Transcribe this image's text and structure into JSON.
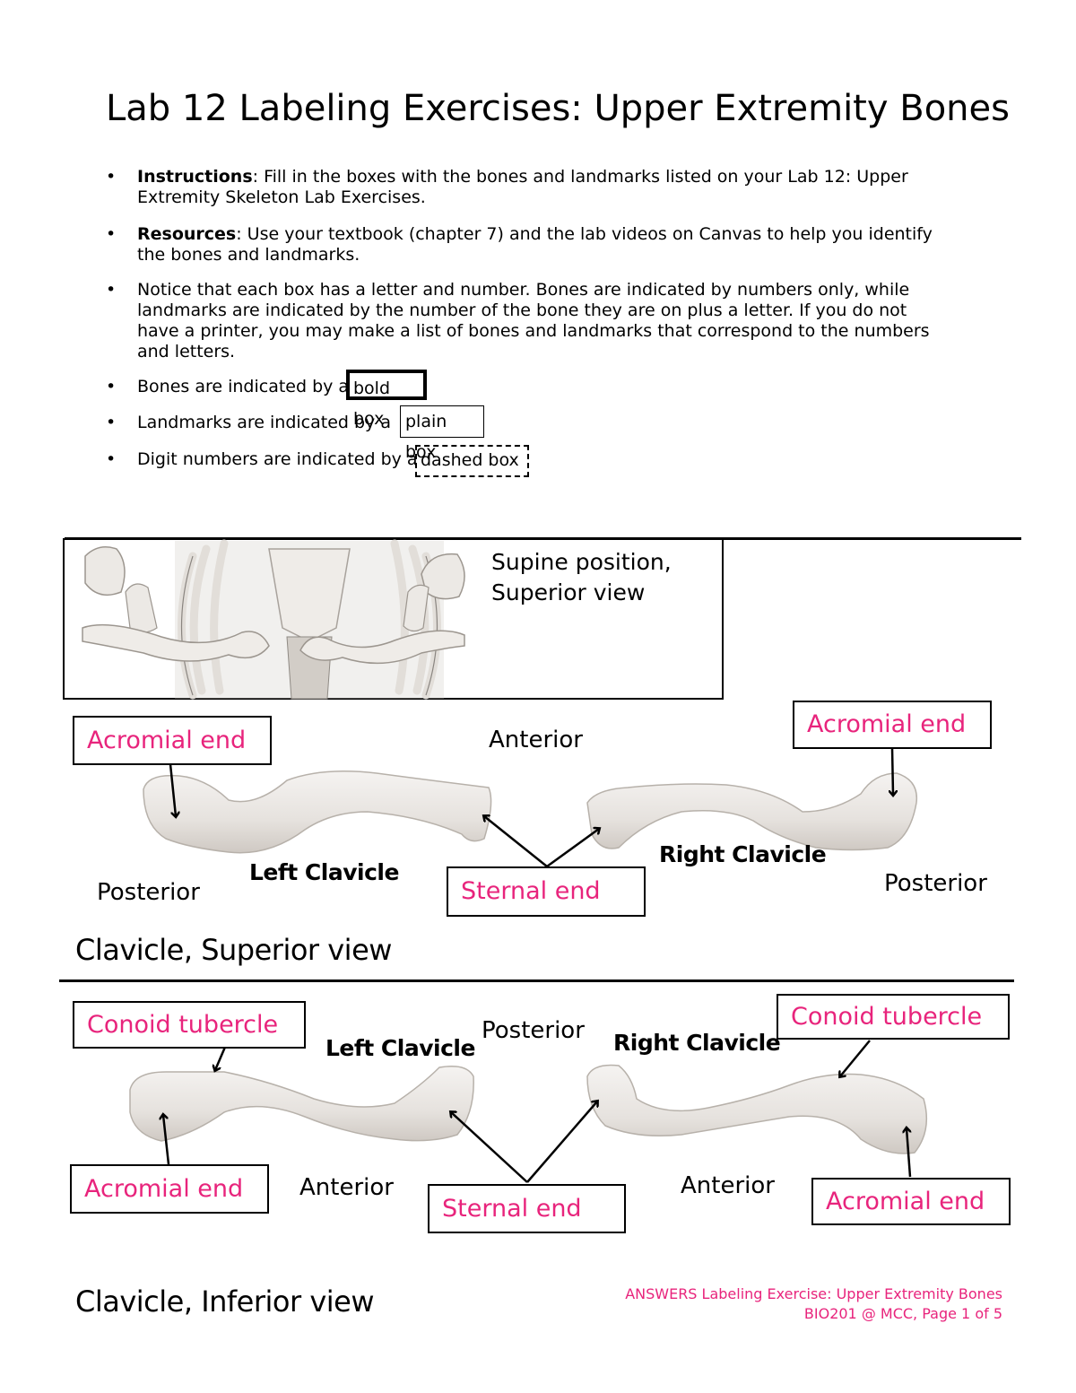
{
  "title": "Lab 12 Labeling Exercises: Upper Extremity Bones",
  "bullets": [
    {
      "bold": "Instructions",
      "text": ": Fill in the boxes with the bones and landmarks listed on your Lab 12: Upper Extremity Skeleton Lab Exercises."
    },
    {
      "bold": "Resources",
      "text": ": Use your textbook (chapter 7) and the lab videos on Canvas to help you identify the bones and landmarks."
    },
    {
      "bold": "",
      "text": "Notice that each box has a letter and number. Bones are indicated by numbers only, while landmarks are indicated by the number of the bone they are on plus a letter. If you do not have a printer, you may make a list of bones and landmarks that correspond to the numbers and letters."
    },
    {
      "bold": "",
      "text": "Bones are indicated by a"
    },
    {
      "bold": "",
      "text": "Landmarks are indicated by a"
    },
    {
      "bold": "",
      "text": "Digit numbers are indicated by a"
    }
  ],
  "box_examples": {
    "bold": "bold box",
    "plain": "plain box",
    "dashed": "dashed box"
  },
  "bullet_symbol": "•",
  "supine": {
    "line1": "Supine position,",
    "line2": "Superior view"
  },
  "superior": {
    "acromial_left": "Acromial end",
    "acromial_right": "Acromial end",
    "sternal": "Sternal end",
    "anterior": "Anterior",
    "posterior_left": "Posterior",
    "posterior_right": "Posterior",
    "left_clavicle": "Left Clavicle",
    "right_clavicle": "Right Clavicle",
    "heading": "Clavicle, Superior view"
  },
  "inferior": {
    "conoid_left": "Conoid tubercle",
    "conoid_right": "Conoid tubercle",
    "acromial_left": "Acromial end",
    "acromial_right": "Acromial end",
    "sternal": "Sternal end",
    "posterior": "Posterior",
    "anterior_left": "Anterior",
    "anterior_right": "Anterior",
    "left_clavicle": "Left Clavicle",
    "right_clavicle": "Right Clavicle",
    "heading": "Clavicle, Inferior view"
  },
  "footer": {
    "line1": "ANSWERS Labeling Exercise: Upper Extremity Bones",
    "line2": "BIO201 @ MCC, Page 1 of 5"
  },
  "colors": {
    "answer": "#e8247c",
    "bone": "#e9e7e4",
    "bone_shade": "#cfcac4"
  }
}
